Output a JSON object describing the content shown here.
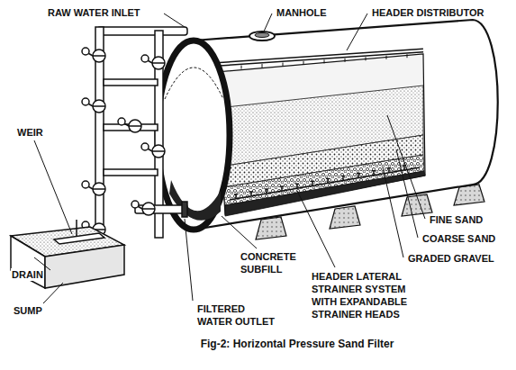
{
  "diagram": {
    "caption": "Fig-2: Horizontal Pressure Sand Filter",
    "labels": [
      "RAW WATER INLET",
      "MANHOLE",
      "HEADER DISTRIBUTOR",
      "WEIR",
      "DRAIN",
      "SUMP",
      "FINE SAND",
      "COARSE SAND",
      "GRADED GRAVEL",
      "CONCRETE SUBFILL",
      "HEADER LATERAL STRAINER SYSTEM WITH EXPANDABLE STRAINER HEADS",
      "FILTERED WATER OUTLET"
    ]
  }
}
